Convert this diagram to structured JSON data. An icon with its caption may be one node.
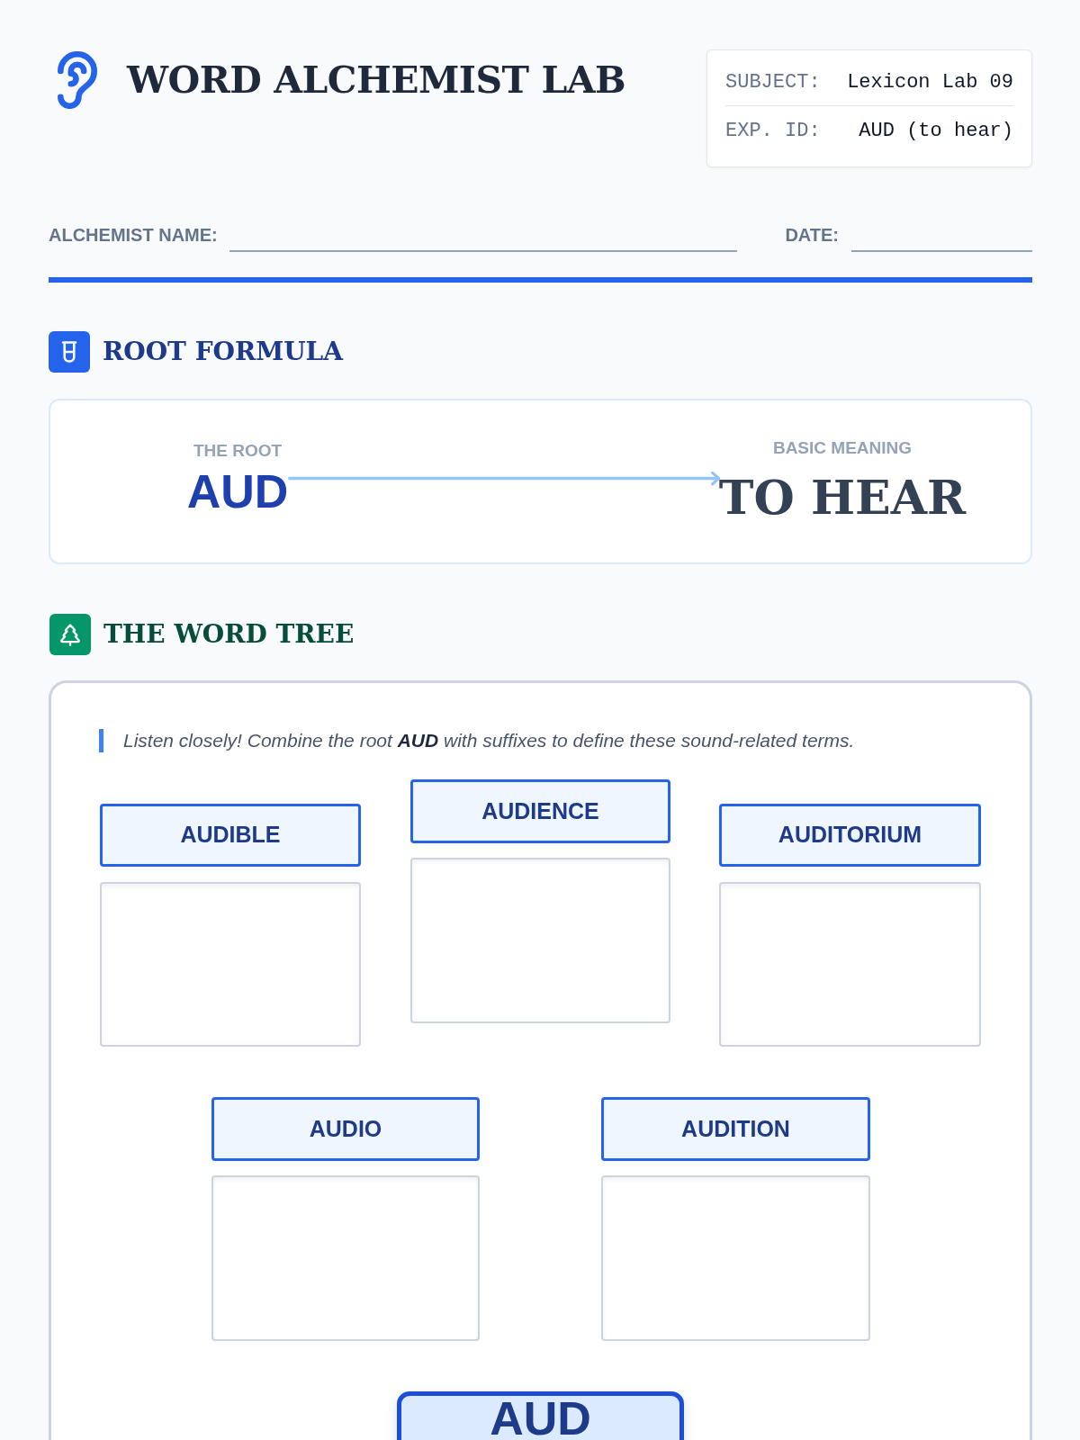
{
  "diagram": {
    "title": "WORD ALCHEMIST LAB",
    "nodes": [
      {
        "text": [
          "ROOT FORMULA"
        ]
      },
      {
        "text": [
          "THE ROOT",
          "AUD"
        ],
        "in": 0
      },
      {
        "text": [
          "BASIC MEANING",
          "TO HEAR"
        ],
        "in": 0
      },
      {
        "text": [
          "THE WORD TREE",
          "Listen closely! Combine the root **AUD** with suffixes to define these sound-related terms."
        ]
      },
      {
        "text": [
          "AUDIBLE"
        ],
        "in": 3
      },
      {
        "text": [],
        "shape": "box",
        "in": 3
      },
      {
        "text": [
          "AUDIENCE"
        ],
        "in": 3
      },
      {
        "text": [],
        "shape": "box",
        "in": 3
      },
      {
        "text": [
          "AUDITORIUM"
        ],
        "in": 3
      },
      {
        "text": [],
        "shape": "box",
        "in": 3
      },
      {
        "text": [
          "AUDIO"
        ],
        "in": 3
      },
      {
        "text": [],
        "shape": "box",
        "in": 3
      },
      {
        "text": [
          "AUDITION"
        ],
        "in": 3
      },
      {
        "text": [],
        "shape": "box",
        "in": 3
      },
      {
        "text": [
          "AUD"
        ],
        "in": 3
      }
    ],
    "edges": [
      {
        "from": 1,
        "to": 2,
        "arrow": "to"
      }
    ],
    "labels": [
      "SUBJECT:",
      "Lexicon Lab 09",
      "EXP. ID:",
      "AUD (to hear)",
      "ALCHEMIST NAME:",
      "DATE:"
    ]
  }
}
